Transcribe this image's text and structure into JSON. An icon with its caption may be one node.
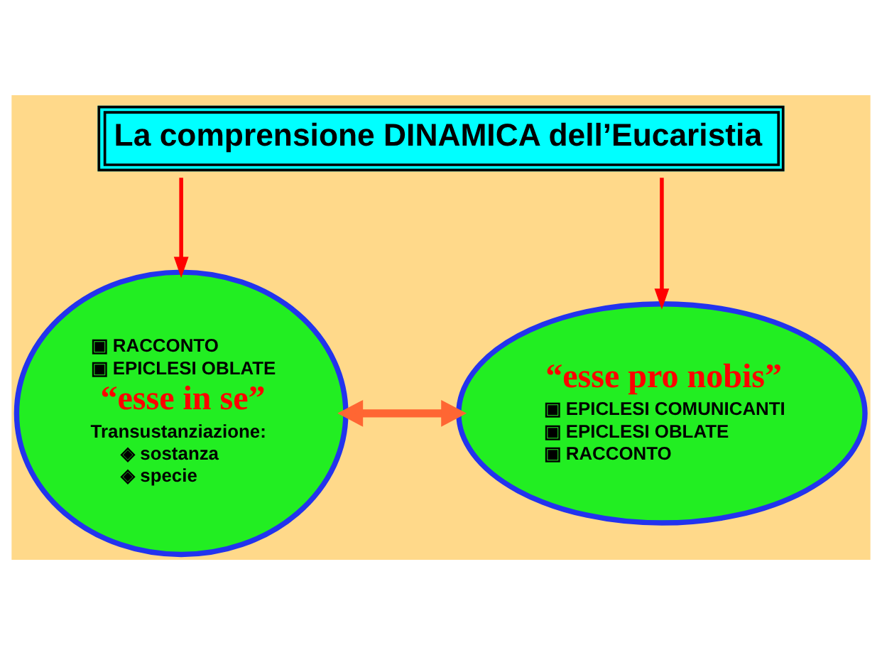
{
  "diagram": {
    "title": "La comprensione DINAMICA dell’Eucaristia",
    "nodes": [
      {
        "text": [
          "▣ RACCONTO",
          "▣ EPICLESI OBLATE",
          "“esse in se”",
          "Transustanziazione:",
          "◈ sostanza",
          "◈ specie"
        ]
      },
      {
        "text": [
          "“esse pro nobis”",
          "▣ EPICLESI COMUNICANTI",
          "▣ EPICLESI OBLATE",
          "▣ RACCONTO"
        ]
      }
    ],
    "edges": [
      {
        "from": null,
        "to": 0,
        "arrow": "to",
        "color": "#ff0000"
      },
      {
        "from": null,
        "to": 1,
        "arrow": "to",
        "color": "#ff0000"
      },
      {
        "from": 0,
        "to": 1,
        "arrow": "both",
        "style": "thick",
        "color": "#ff6633"
      }
    ]
  }
}
